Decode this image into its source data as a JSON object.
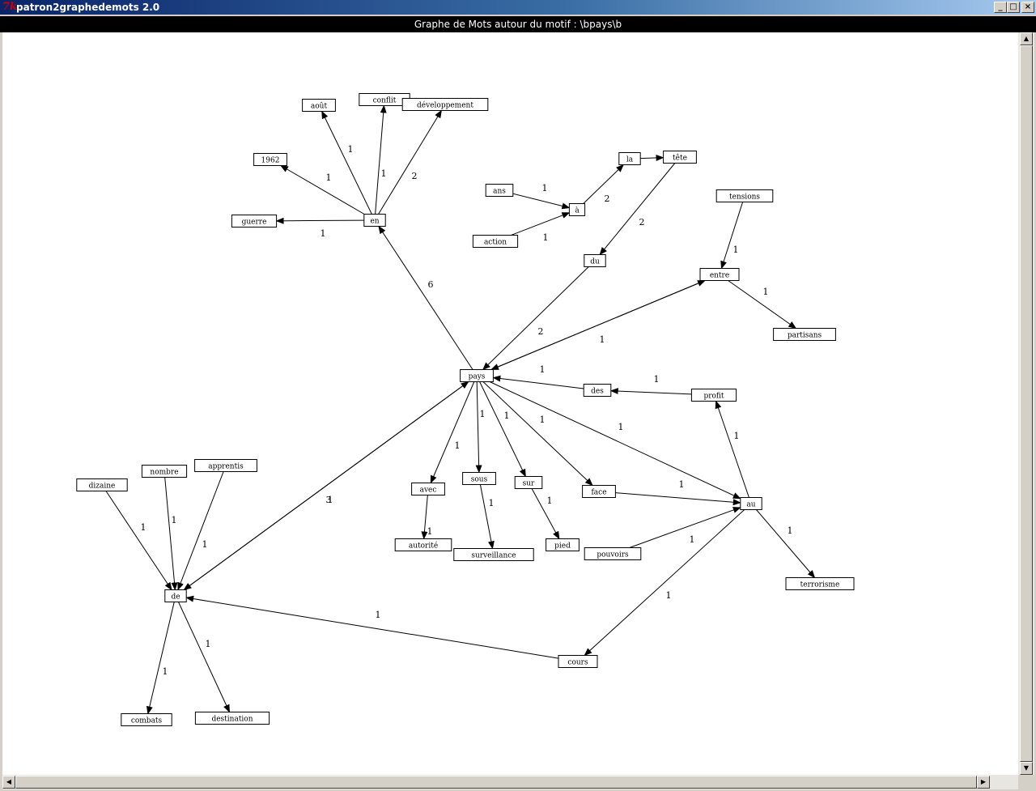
{
  "window": {
    "title": "patron2graphedemots 2.0",
    "icon": "tk-feather-icon",
    "buttons": {
      "minimize": "_",
      "maximize": "□",
      "close": "×"
    }
  },
  "header": {
    "title": "Graphe de Mots autour du motif : \\bpays\\b"
  },
  "nodes": [
    {
      "id": "pays",
      "label": "pays"
    },
    {
      "id": "en",
      "label": "en"
    },
    {
      "id": "aout",
      "label": "août"
    },
    {
      "id": "conflit",
      "label": "conflit"
    },
    {
      "id": "developpement",
      "label": "développement"
    },
    {
      "id": "n1962",
      "label": "1962"
    },
    {
      "id": "guerre",
      "label": "guerre"
    },
    {
      "id": "la",
      "label": "la"
    },
    {
      "id": "tete",
      "label": "tête"
    },
    {
      "id": "ans",
      "label": "ans"
    },
    {
      "id": "a",
      "label": "à"
    },
    {
      "id": "action",
      "label": "action"
    },
    {
      "id": "du",
      "label": "du"
    },
    {
      "id": "tensions",
      "label": "tensions"
    },
    {
      "id": "entre",
      "label": "entre"
    },
    {
      "id": "partisans",
      "label": "partisans"
    },
    {
      "id": "des",
      "label": "des"
    },
    {
      "id": "profit",
      "label": "profit"
    },
    {
      "id": "au",
      "label": "au"
    },
    {
      "id": "face",
      "label": "face"
    },
    {
      "id": "pouvoirs",
      "label": "pouvoirs"
    },
    {
      "id": "terrorisme",
      "label": "terrorisme"
    },
    {
      "id": "cours",
      "label": "cours"
    },
    {
      "id": "avec",
      "label": "avec"
    },
    {
      "id": "autorite",
      "label": "autorité"
    },
    {
      "id": "sous",
      "label": "sous"
    },
    {
      "id": "surveillance",
      "label": "surveillance"
    },
    {
      "id": "sur",
      "label": "sur"
    },
    {
      "id": "pied",
      "label": "pied"
    },
    {
      "id": "de",
      "label": "de"
    },
    {
      "id": "dizaine",
      "label": "dizaine"
    },
    {
      "id": "nombre",
      "label": "nombre"
    },
    {
      "id": "apprentis",
      "label": "apprentis"
    },
    {
      "id": "combats",
      "label": "combats"
    },
    {
      "id": "destination",
      "label": "destination"
    }
  ],
  "edges": [
    {
      "from": "pays",
      "to": "en",
      "weight": "6"
    },
    {
      "from": "en",
      "to": "aout",
      "weight": "1"
    },
    {
      "from": "en",
      "to": "conflit",
      "weight": "1"
    },
    {
      "from": "en",
      "to": "developpement",
      "weight": "2"
    },
    {
      "from": "en",
      "to": "n1962",
      "weight": "1"
    },
    {
      "from": "en",
      "to": "guerre",
      "weight": "1"
    },
    {
      "from": "ans",
      "to": "a",
      "weight": "1"
    },
    {
      "from": "action",
      "to": "a",
      "weight": "1"
    },
    {
      "from": "a",
      "to": "la",
      "weight": "2"
    },
    {
      "from": "la",
      "to": "tete",
      "weight": ""
    },
    {
      "from": "tete",
      "to": "du",
      "weight": "2"
    },
    {
      "from": "du",
      "to": "pays",
      "weight": "2"
    },
    {
      "from": "tensions",
      "to": "entre",
      "weight": "1"
    },
    {
      "from": "entre",
      "to": "partisans",
      "weight": "1"
    },
    {
      "from": "pays",
      "to": "entre",
      "weight": "1"
    },
    {
      "from": "entre",
      "to": "pays",
      "weight": ""
    },
    {
      "from": "des",
      "to": "pays",
      "weight": "1"
    },
    {
      "from": "profit",
      "to": "des",
      "weight": "1"
    },
    {
      "from": "au",
      "to": "profit",
      "weight": "1"
    },
    {
      "from": "pays",
      "to": "au",
      "weight": "1"
    },
    {
      "from": "pays",
      "to": "face",
      "weight": "1"
    },
    {
      "from": "face",
      "to": "au",
      "weight": "1"
    },
    {
      "from": "pouvoirs",
      "to": "au",
      "weight": "1"
    },
    {
      "from": "au",
      "to": "terrorisme",
      "weight": "1"
    },
    {
      "from": "au",
      "to": "cours",
      "weight": "1"
    },
    {
      "from": "cours",
      "to": "de",
      "weight": "1"
    },
    {
      "from": "pays",
      "to": "avec",
      "weight": "1"
    },
    {
      "from": "avec",
      "to": "autorite",
      "weight": "1"
    },
    {
      "from": "pays",
      "to": "sous",
      "weight": "1"
    },
    {
      "from": "sous",
      "to": "surveillance",
      "weight": "1"
    },
    {
      "from": "pays",
      "to": "sur",
      "weight": "1"
    },
    {
      "from": "sur",
      "to": "pied",
      "weight": "1"
    },
    {
      "from": "pays",
      "to": "de",
      "weight": "3"
    },
    {
      "from": "de",
      "to": "pays",
      "weight": "1"
    },
    {
      "from": "dizaine",
      "to": "de",
      "weight": "1"
    },
    {
      "from": "nombre",
      "to": "de",
      "weight": "1"
    },
    {
      "from": "apprentis",
      "to": "de",
      "weight": "1"
    },
    {
      "from": "de",
      "to": "combats",
      "weight": "1"
    },
    {
      "from": "de",
      "to": "destination",
      "weight": "1"
    }
  ],
  "colors": {
    "titlebar_start": "#0a246a",
    "titlebar_end": "#a6caf0",
    "header_bg": "#000000",
    "canvas_bg": "#ffffff"
  }
}
